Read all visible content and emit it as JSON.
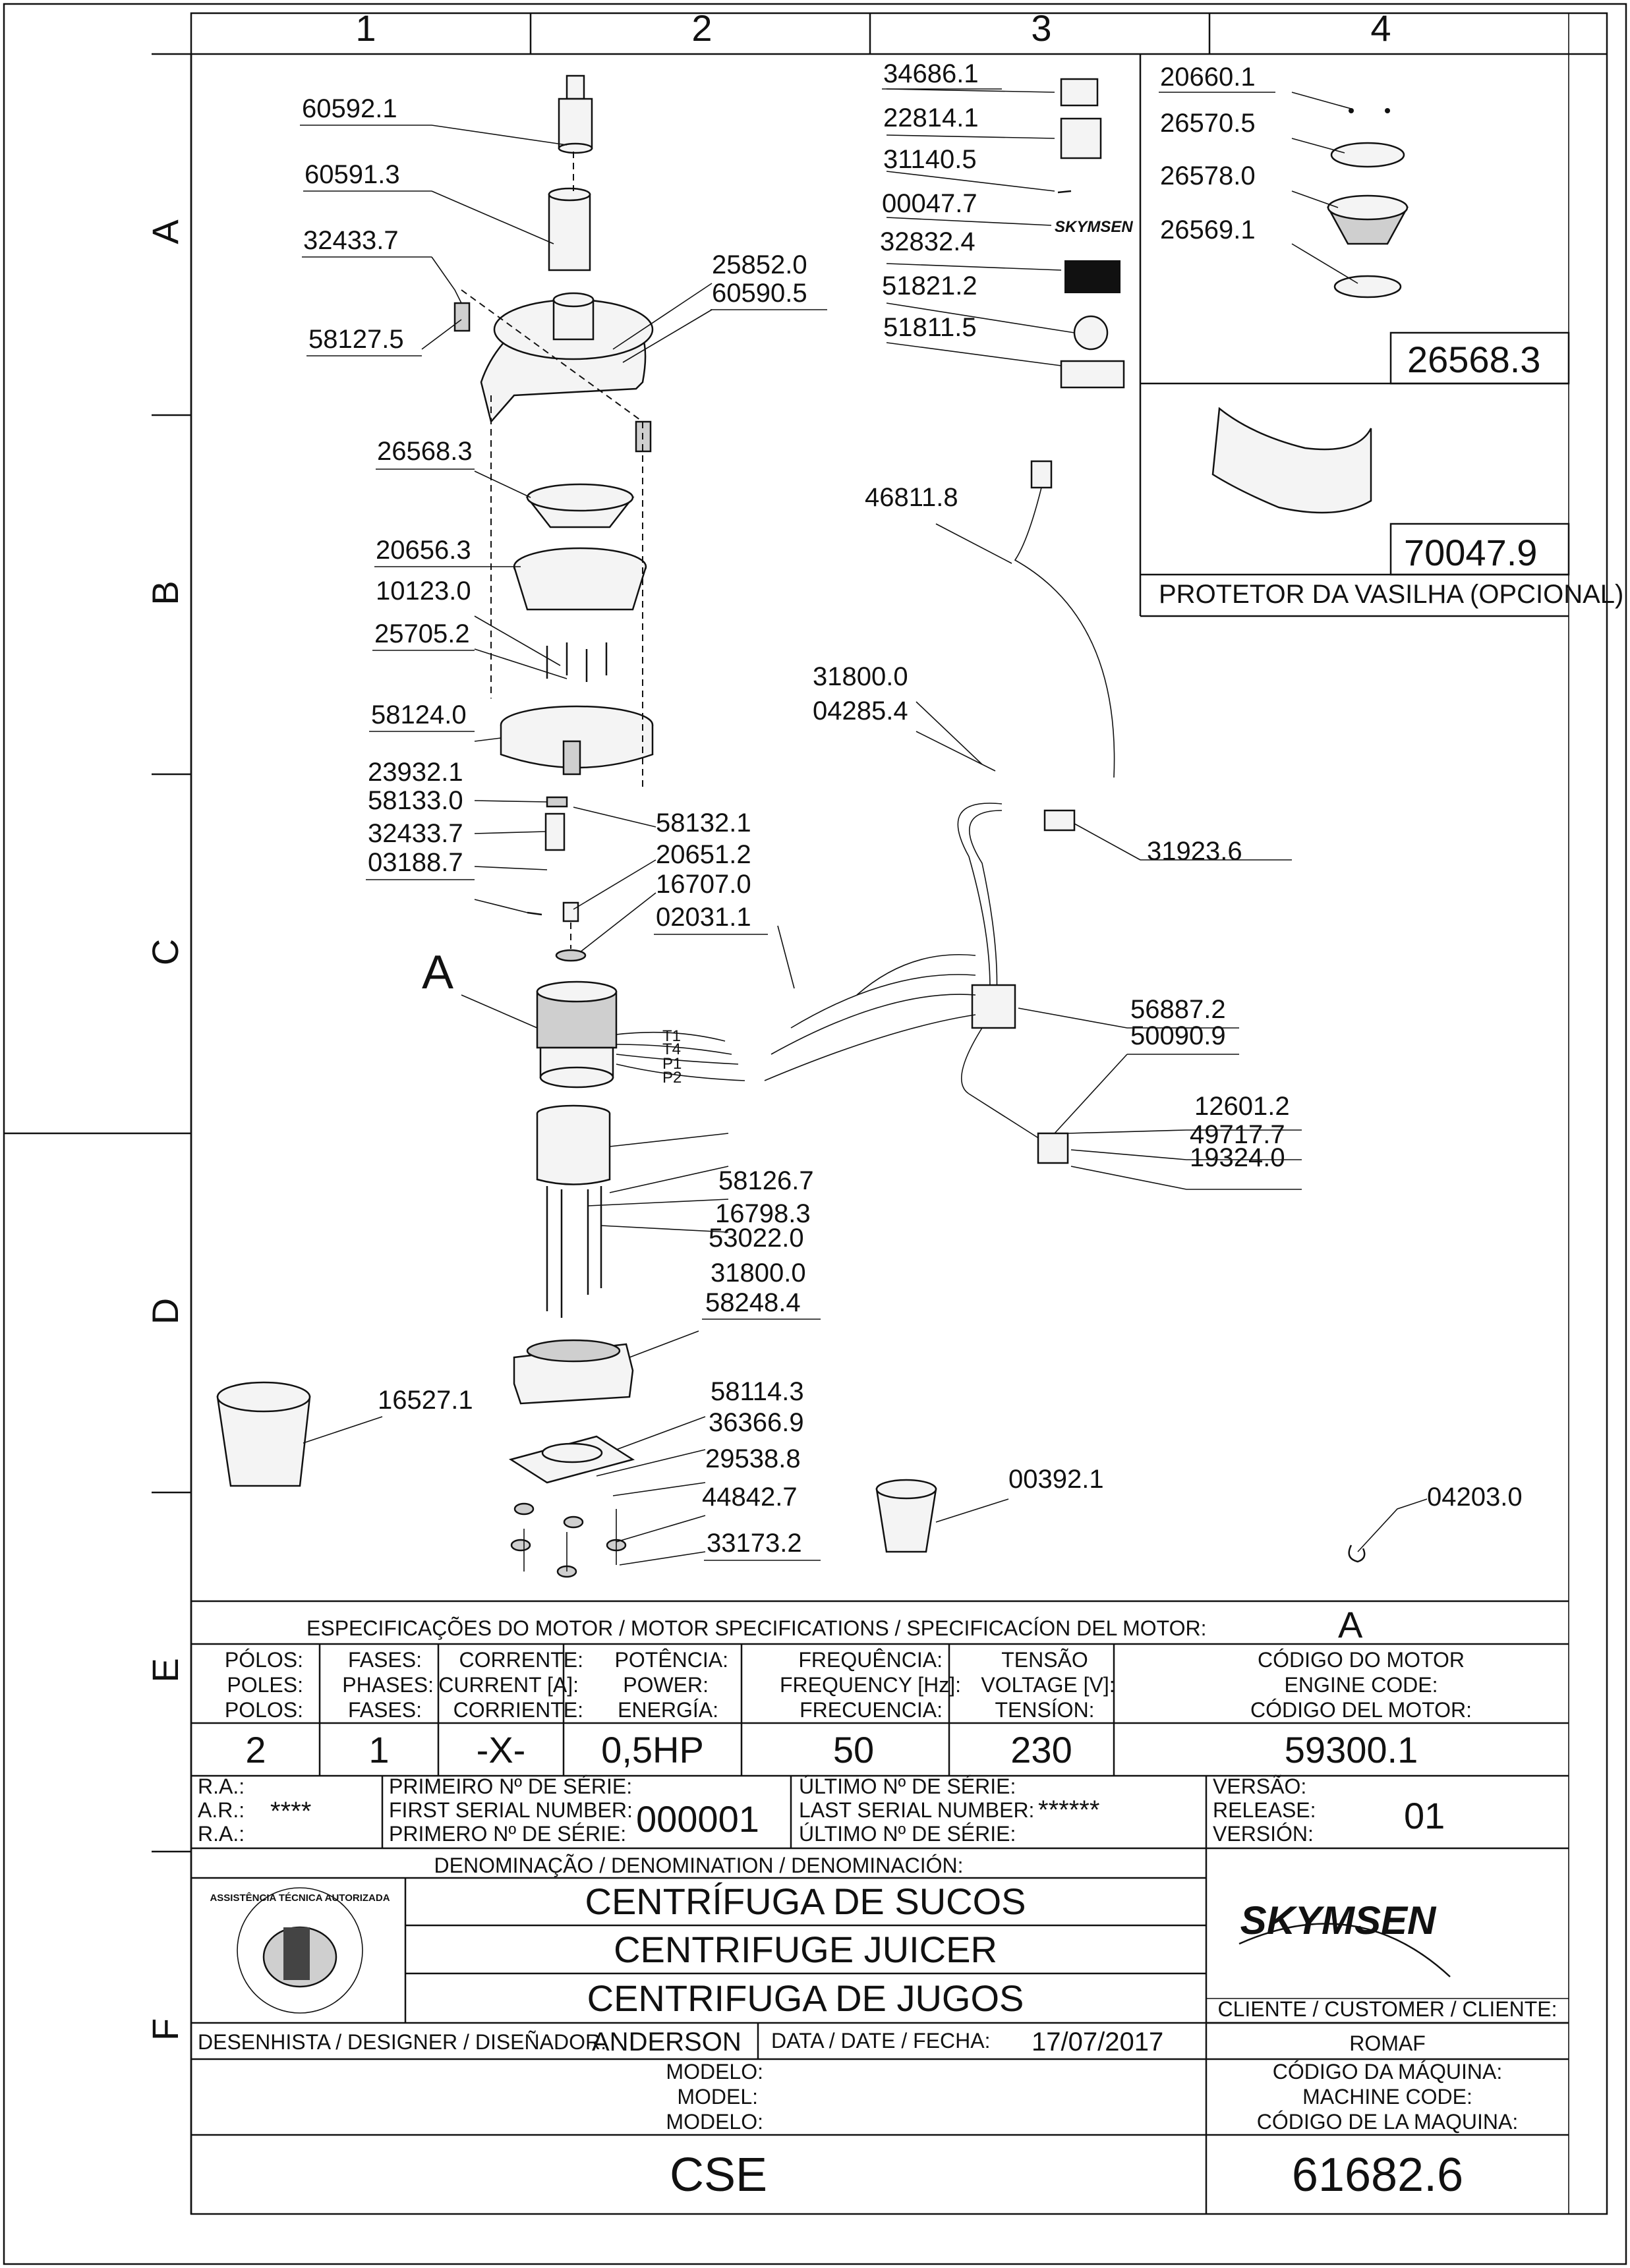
{
  "zones": {
    "columns": [
      "1",
      "2",
      "3",
      "4"
    ],
    "rows": [
      "A",
      "B",
      "C",
      "D",
      "E",
      "F"
    ]
  },
  "parts": [
    "60592.1",
    "60591.3",
    "32433.7",
    "58127.5",
    "25852.0",
    "60590.5",
    "26568.3",
    "20656.3",
    "10123.0",
    "25705.2",
    "58124.0",
    "23932.1",
    "58133.0",
    "32433.7",
    "03188.7",
    "58132.1",
    "20651.2",
    "16707.0",
    "02031.1",
    "58126.7",
    "16798.3",
    "53022.0",
    "31800.0",
    "58248.4",
    "16527.1",
    "58114.3",
    "36366.9",
    "29538.8",
    "44842.7",
    "33173.2",
    "00392.1",
    "04203.0",
    "34686.1",
    "22814.1",
    "31140.5",
    "00047.7",
    "32832.4",
    "51821.2",
    "51811.5",
    "46811.8",
    "31800.0",
    "04285.4",
    "31923.6",
    "56887.2",
    "50090.9",
    "12601.2",
    "49717.7",
    "19324.0",
    "20660.1",
    "26570.5",
    "26578.0",
    "26569.1"
  ],
  "motor_label": "A",
  "wire_labels": [
    "T1",
    "T4",
    "P1",
    "P2"
  ],
  "sticker_brand": "SKYMSEN",
  "inset": {
    "kit_code": "26568.3",
    "guard_code": "70047.9",
    "guard_caption": "PROTETOR DA VASILHA (OPCIONAL)"
  },
  "spec": {
    "title": "ESPECIFICAÇÕES DO MOTOR / MOTOR SPECIFICATIONS / SPECIFICACÍON DEL MOTOR:",
    "motor_ref": "A",
    "headers": [
      [
        "PÓLOS:",
        "POLES:",
        "POLOS:"
      ],
      [
        "FASES:",
        "PHASES:",
        "FASES:"
      ],
      [
        "CORRENTE:",
        "CURRENT [A]:",
        "CORRIENTE:"
      ],
      [
        "POTÊNCIA:",
        "POWER:",
        "ENERGÍA:"
      ],
      [
        "FREQUÊNCIA:",
        "FREQUENCY [Hz]:",
        "FRECUENCIA:"
      ],
      [
        "TENSÃO",
        "VOLTAGE [V]:",
        "TENSÍON:"
      ],
      [
        "CÓDIGO DO MOTOR",
        "ENGINE CODE:",
        "CÓDIGO DEL MOTOR:"
      ]
    ],
    "values": [
      "2",
      "1",
      "-X-",
      "0,5HP",
      "50",
      "230",
      "59300.1"
    ]
  },
  "serial": {
    "ra_labels": [
      "R.A.:",
      "A.R.:",
      "R.A.:"
    ],
    "ra_value": "****",
    "first_labels": [
      "PRIMEIRO Nº DE SÉRIE:",
      "FIRST SERIAL NUMBER:",
      "PRIMERO Nº DE SÉRIE:"
    ],
    "first_value": "000001",
    "last_labels": [
      "ÚLTIMO Nº DE SÉRIE:",
      "LAST SERIAL NUMBER:",
      "ÚLTIMO Nº DE SÉRIE:"
    ],
    "last_value": "******",
    "version_labels": [
      "VERSÃO:",
      "RELEASE:",
      "VERSIÓN:"
    ],
    "version_value": "01"
  },
  "title_block": {
    "denomination_label": "DENOMINAÇÃO / DENOMINATION / DENOMINACIÓN:",
    "names": [
      "CENTRÍFUGA DE SUCOS",
      "CENTRIFUGE JUICER",
      "CENTRIFUGA DE JUGOS"
    ],
    "stamp_text": "ASSISTÊNCIA TÉCNICA AUTORIZADA",
    "brand": "SKYMSEN",
    "client_label": "CLIENTE / CUSTOMER / CLIENTE:",
    "client_value": "ROMAF",
    "designer_label": "DESENHISTA / DESIGNER / DISEÑADOR:",
    "designer_value": "ANDERSON",
    "date_label": "DATA / DATE / FECHA:",
    "date_value": "17/07/2017",
    "model_labels": [
      "MODELO:",
      "MODEL:",
      "MODELO:"
    ],
    "model_value": "CSE",
    "machine_code_labels": [
      "CÓDIGO DA MÁQUINA:",
      "MACHINE CODE:",
      "CÓDIGO DE LA MAQUINA:"
    ],
    "machine_code_value": "61682.6"
  }
}
